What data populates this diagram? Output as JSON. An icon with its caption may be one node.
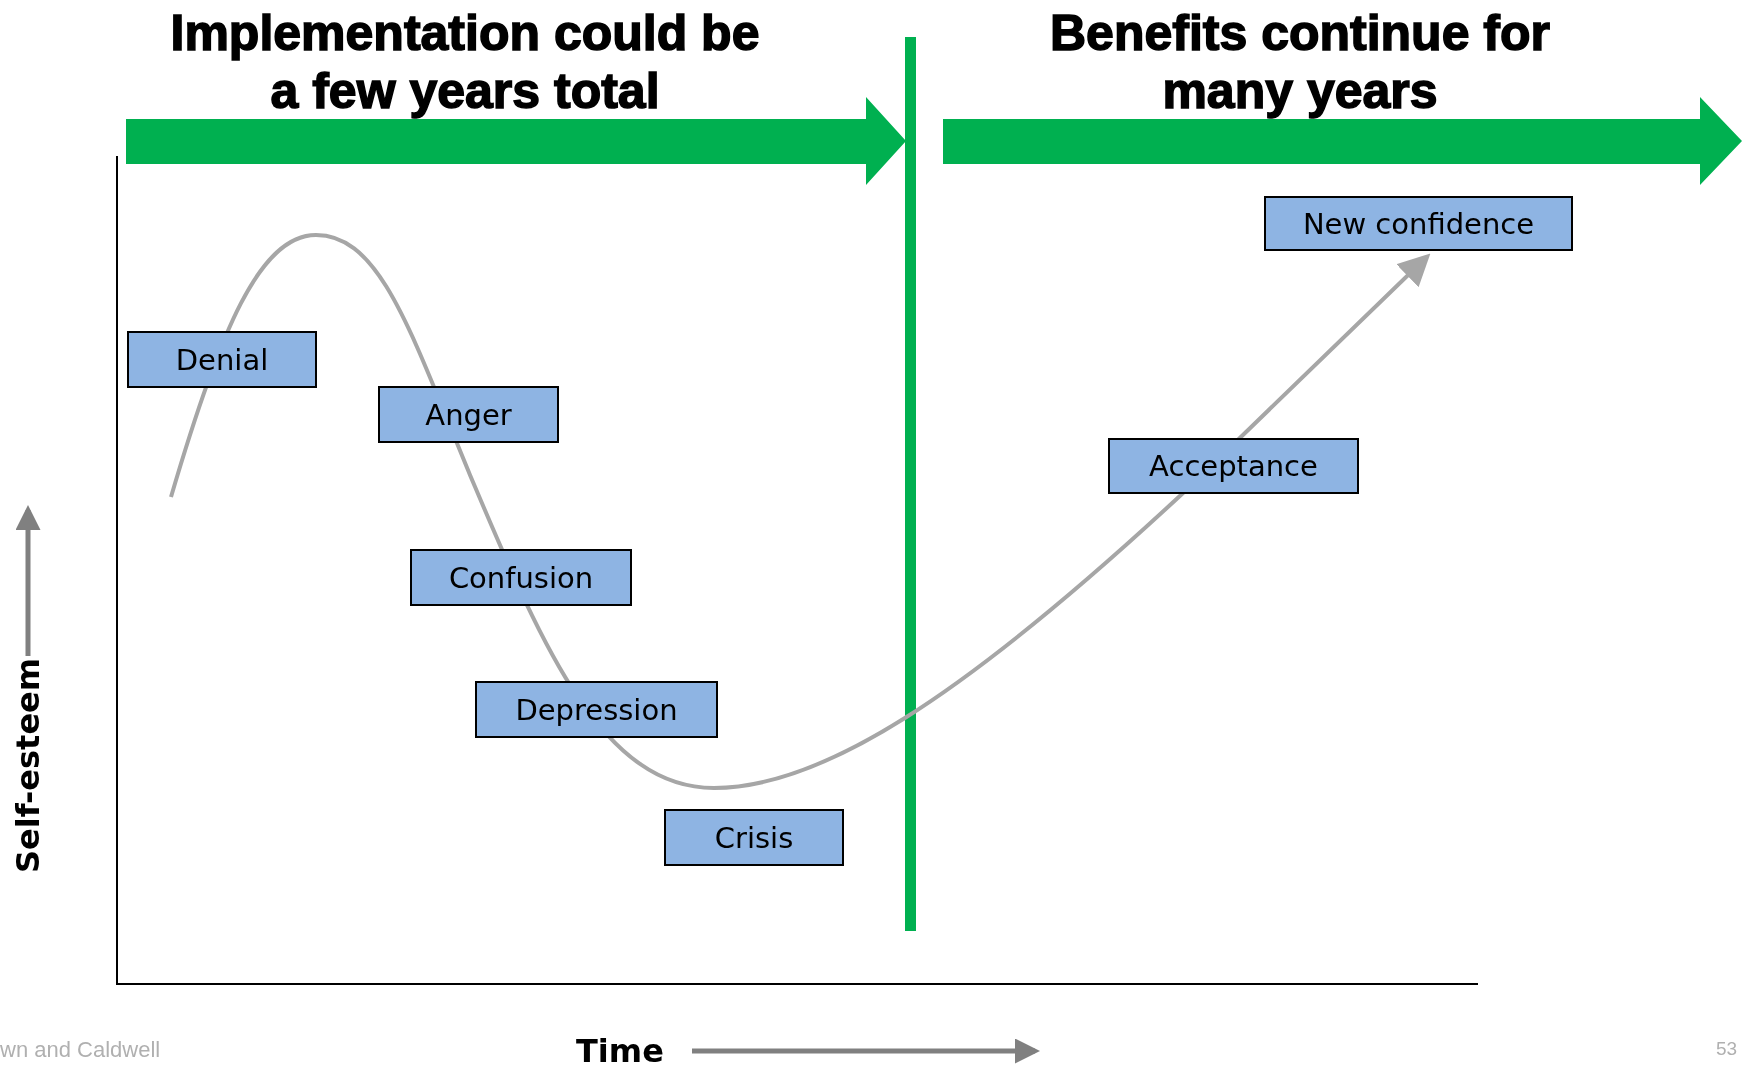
{
  "diagram": {
    "nodes": [
      {
        "text": [
          "Denial"
        ]
      },
      {
        "text": [
          "Anger"
        ]
      },
      {
        "text": [
          "Confusion"
        ]
      },
      {
        "text": [
          "Depression"
        ]
      },
      {
        "text": [
          "Crisis"
        ]
      },
      {
        "text": [
          "Acceptance"
        ]
      },
      {
        "text": [
          "New confidence"
        ]
      }
    ],
    "edges": [
      {
        "from": null,
        "to": 6,
        "arrow": "to"
      }
    ],
    "labels": [
      "Implementation could be a few years total",
      "Benefits continue for many years",
      "Self-esteem",
      "wn and Caldwell",
      "Time",
      "53"
    ]
  }
}
